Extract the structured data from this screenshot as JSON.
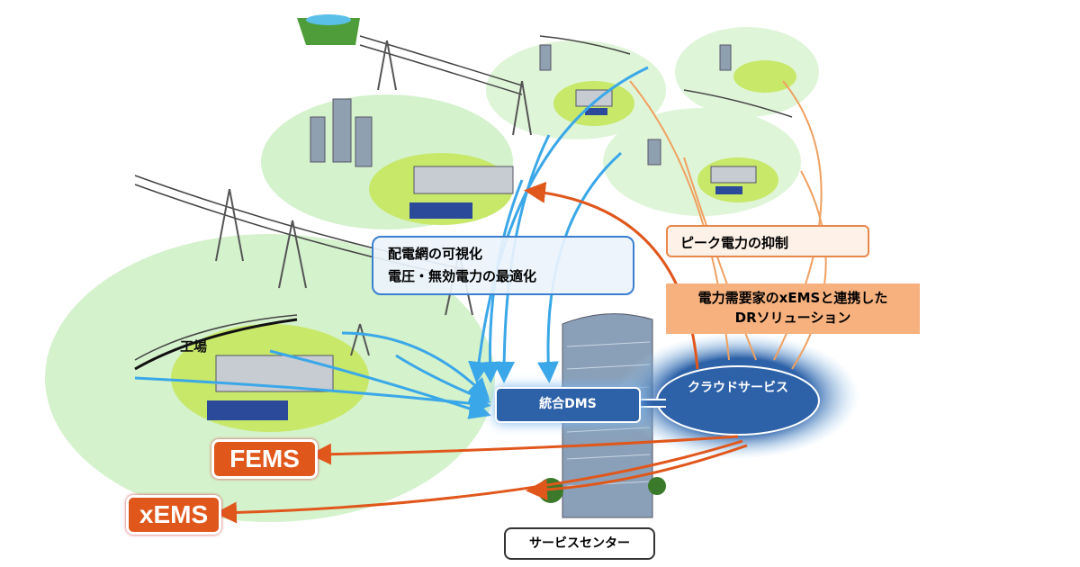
{
  "labels": {
    "factory": "工場",
    "visualization_line1": "配電網の可視化",
    "visualization_line2": "電圧・無効電力の最適化",
    "peak": "ピーク電力の抑制",
    "dr_line1": "電力需要家のxEMSと連携した",
    "dr_line2": "DRソリューション",
    "dms": "統合DMS",
    "cloud": "クラウドサービス",
    "fems": "FEMS",
    "xems": "xEMS",
    "service_center": "サービスセンター"
  },
  "colors": {
    "blue_arrow": "#3aa7e8",
    "orange_arrow": "#e0571c",
    "light_orange_arrow": "#f0a060",
    "area_green": "#d4f2cc",
    "site_yellow_green": "#c8e86a",
    "dms_blue": "#2e62a8"
  }
}
